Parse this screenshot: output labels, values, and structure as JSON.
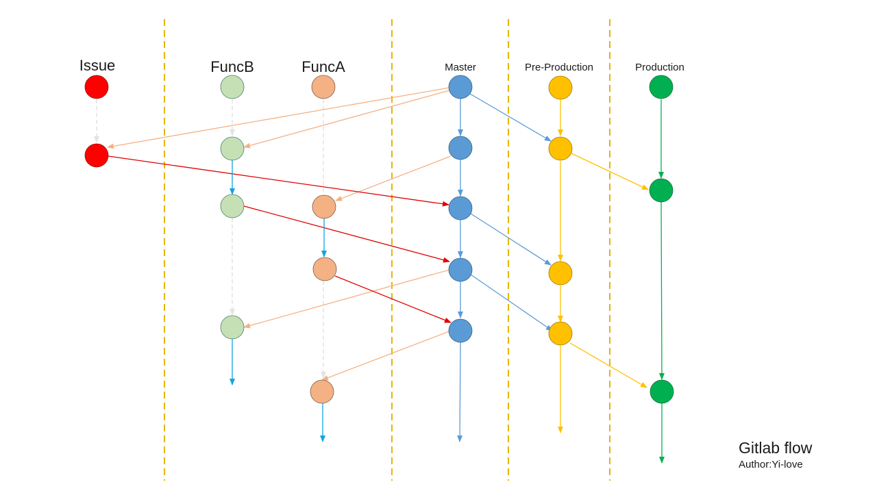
{
  "lanes": [
    {
      "key": "issue",
      "label": "Issue"
    },
    {
      "key": "funcb",
      "label": "FuncB"
    },
    {
      "key": "funca",
      "label": "FuncA"
    },
    {
      "key": "master",
      "label": "Master"
    },
    {
      "key": "preprod",
      "label": "Pre-Production"
    },
    {
      "key": "prod",
      "label": "Production"
    }
  ],
  "colors": {
    "issue": "#ff0000",
    "funcb": "#c5e0b4",
    "funca": "#f4b183",
    "master": "#5b9bd5",
    "preprod": "#ffc000",
    "prod": "#00b050",
    "divider": "#e6b500",
    "red_arrow": "#e00000",
    "blue_arrow": "#5b9bd5",
    "cyan_arrow": "#0ea5e0",
    "salmon_arrow": "#f4b183",
    "grey_dashed": "#dddddd"
  },
  "footer": {
    "title": "Gitlab flow",
    "author": "Author:Yi-love"
  }
}
